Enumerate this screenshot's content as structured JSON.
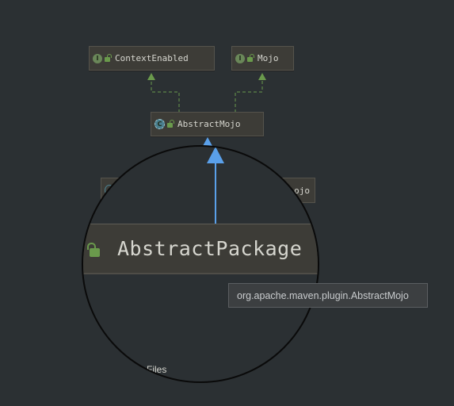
{
  "diagram": {
    "nodes": [
      {
        "id": "context_enabled",
        "label": "ContextEnabled",
        "kind": "interface",
        "badge": "I"
      },
      {
        "id": "mojo",
        "label": "Mojo",
        "kind": "interface",
        "badge": "I"
      },
      {
        "id": "abstract_mojo",
        "label": "AbstractMojo",
        "kind": "abstract-class",
        "badge": "C"
      },
      {
        "id": "hidden_subclass",
        "label": "ojo",
        "kind": "abstract-class"
      }
    ],
    "edges": [
      {
        "from": "abstract_mojo",
        "to": "context_enabled",
        "type": "implements",
        "style": "dashed",
        "color": "#6a9a4c"
      },
      {
        "from": "abstract_mojo",
        "to": "mojo",
        "type": "implements",
        "style": "dashed",
        "color": "#6a9a4c"
      },
      {
        "from": "abstract_package",
        "to": "abstract_mojo",
        "type": "extends",
        "style": "solid",
        "color": "#5aa0ea"
      }
    ],
    "magnifier": {
      "node_label": "AbstractPackage",
      "footer_text": "Files"
    },
    "tooltip": {
      "text": "org.apache.maven.plugin.AbstractMojo"
    }
  },
  "colors": {
    "background": "#2b3033",
    "node_fill": "#3d3c37",
    "interface_badge": "#6a8759",
    "implements_edge": "#6a9a4c",
    "extends_edge": "#5aa0ea"
  }
}
